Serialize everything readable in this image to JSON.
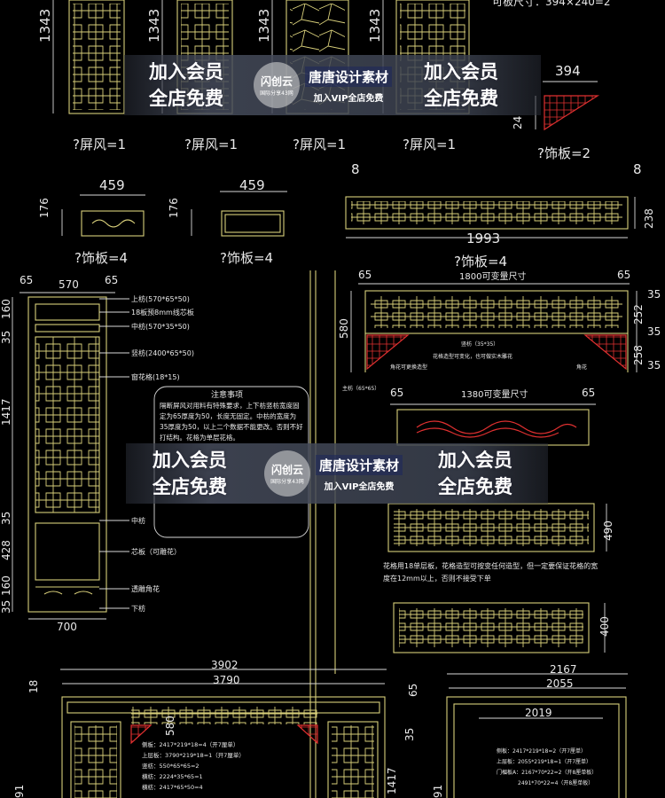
{
  "top_row": {
    "heights": [
      "1343",
      "1343",
      "1343",
      "1343"
    ],
    "corner_dim": "394",
    "corner_side": "24",
    "top_note": "可板尺寸：394×240=2"
  },
  "captions": {
    "screen1": "?屏风=1",
    "screen2": "?屏风=1",
    "screen3": "?屏风=1",
    "screen4": "?屏风=1",
    "corner": "?饰板=2",
    "board_a": "?饰板=4",
    "board_b": "?饰板=4",
    "board_c": "?饰板=4"
  },
  "boards": {
    "a_width": "459",
    "a_height": "176",
    "b_width": "459",
    "b_height": "176",
    "c_left": "8",
    "c_right": "8",
    "c_width": "1993",
    "c_height": "238"
  },
  "left_panel": {
    "top_left": "65",
    "top_mid": "570",
    "top_right": "65",
    "bottom_width": "700",
    "vdims": [
      "160",
      "35",
      "1417",
      "35",
      "428",
      "160",
      "35"
    ],
    "callouts": [
      "上枋(570*65*50)",
      "18板预8mm线芯板",
      "中枋(570*35*50)",
      "竖枋(2400*65*50)",
      "窗花格(18*15)",
      "中枋",
      "芯板（可雕花）",
      "透雕角花",
      "下枋"
    ]
  },
  "notes": {
    "title": "注意事项",
    "body": "隔断屏风对用料有特殊要求，上下枋竖枋宽度固定为65厚度为50，长度无固定。中枋的宽度为35厚度为50，以上二个数据不能更改。否则不好打结构。花格为单层花格。"
  },
  "right_top": {
    "left": "65",
    "label": "1800可变量尺寸",
    "right": "65",
    "height": "580",
    "r1": "35",
    "r2": "252",
    "r3": "35",
    "r4": "258",
    "r5": "35",
    "ann_a": "竖枋（35*35）",
    "ann_b": "花格造型可变化，也可做实木雕花",
    "ann_c": "角花可更换造型",
    "ann_d": "角花",
    "ann_e": "主枋（65*65）"
  },
  "right_mid": {
    "left": "65",
    "label": "1380可变量尺寸",
    "right": "65",
    "h490": "490",
    "note": "花格用18单层板，花格造型可按变任何造型，但一定要保证花格的宽度在12mm以上，否则不接受下单",
    "h400": "400"
  },
  "bottom": {
    "w1": "3902",
    "w2": "3790",
    "h18": "18",
    "h580": "580",
    "h65": "65",
    "h35": "35",
    "h1417": "1417",
    "h91a": "91",
    "h91b": "91",
    "w3": "2167",
    "w4": "2055",
    "w5": "2019",
    "list1": [
      "侧板：2417*219*18=4（开7厘单）",
      "上层板：3790*219*18=1（开7厘单）",
      "竖枋：550*65*65=2",
      "横枋：2224*35*65=1",
      "横枋：2417*65*50=4"
    ],
    "list2": [
      "侧板：2417*219*18=2（开7厘单）",
      "上层板：2055*219*18=1（开7厘单）",
      "门楣板A：2167*70*22=2（开8厘单板）",
      "2491*70*22=4（开8厘单板）"
    ]
  },
  "watermark": {
    "line1": "加入会员",
    "line2": "全店免费",
    "logo": "闪创云",
    "logo_sub": "国际分享43网",
    "brand": "唐唐设计素材",
    "vip": "加入VIP全店免费"
  },
  "colors": {
    "background": "#000000",
    "lines": "#d8cf7a",
    "text": "#e8e8e8",
    "accent": "#e03030"
  }
}
